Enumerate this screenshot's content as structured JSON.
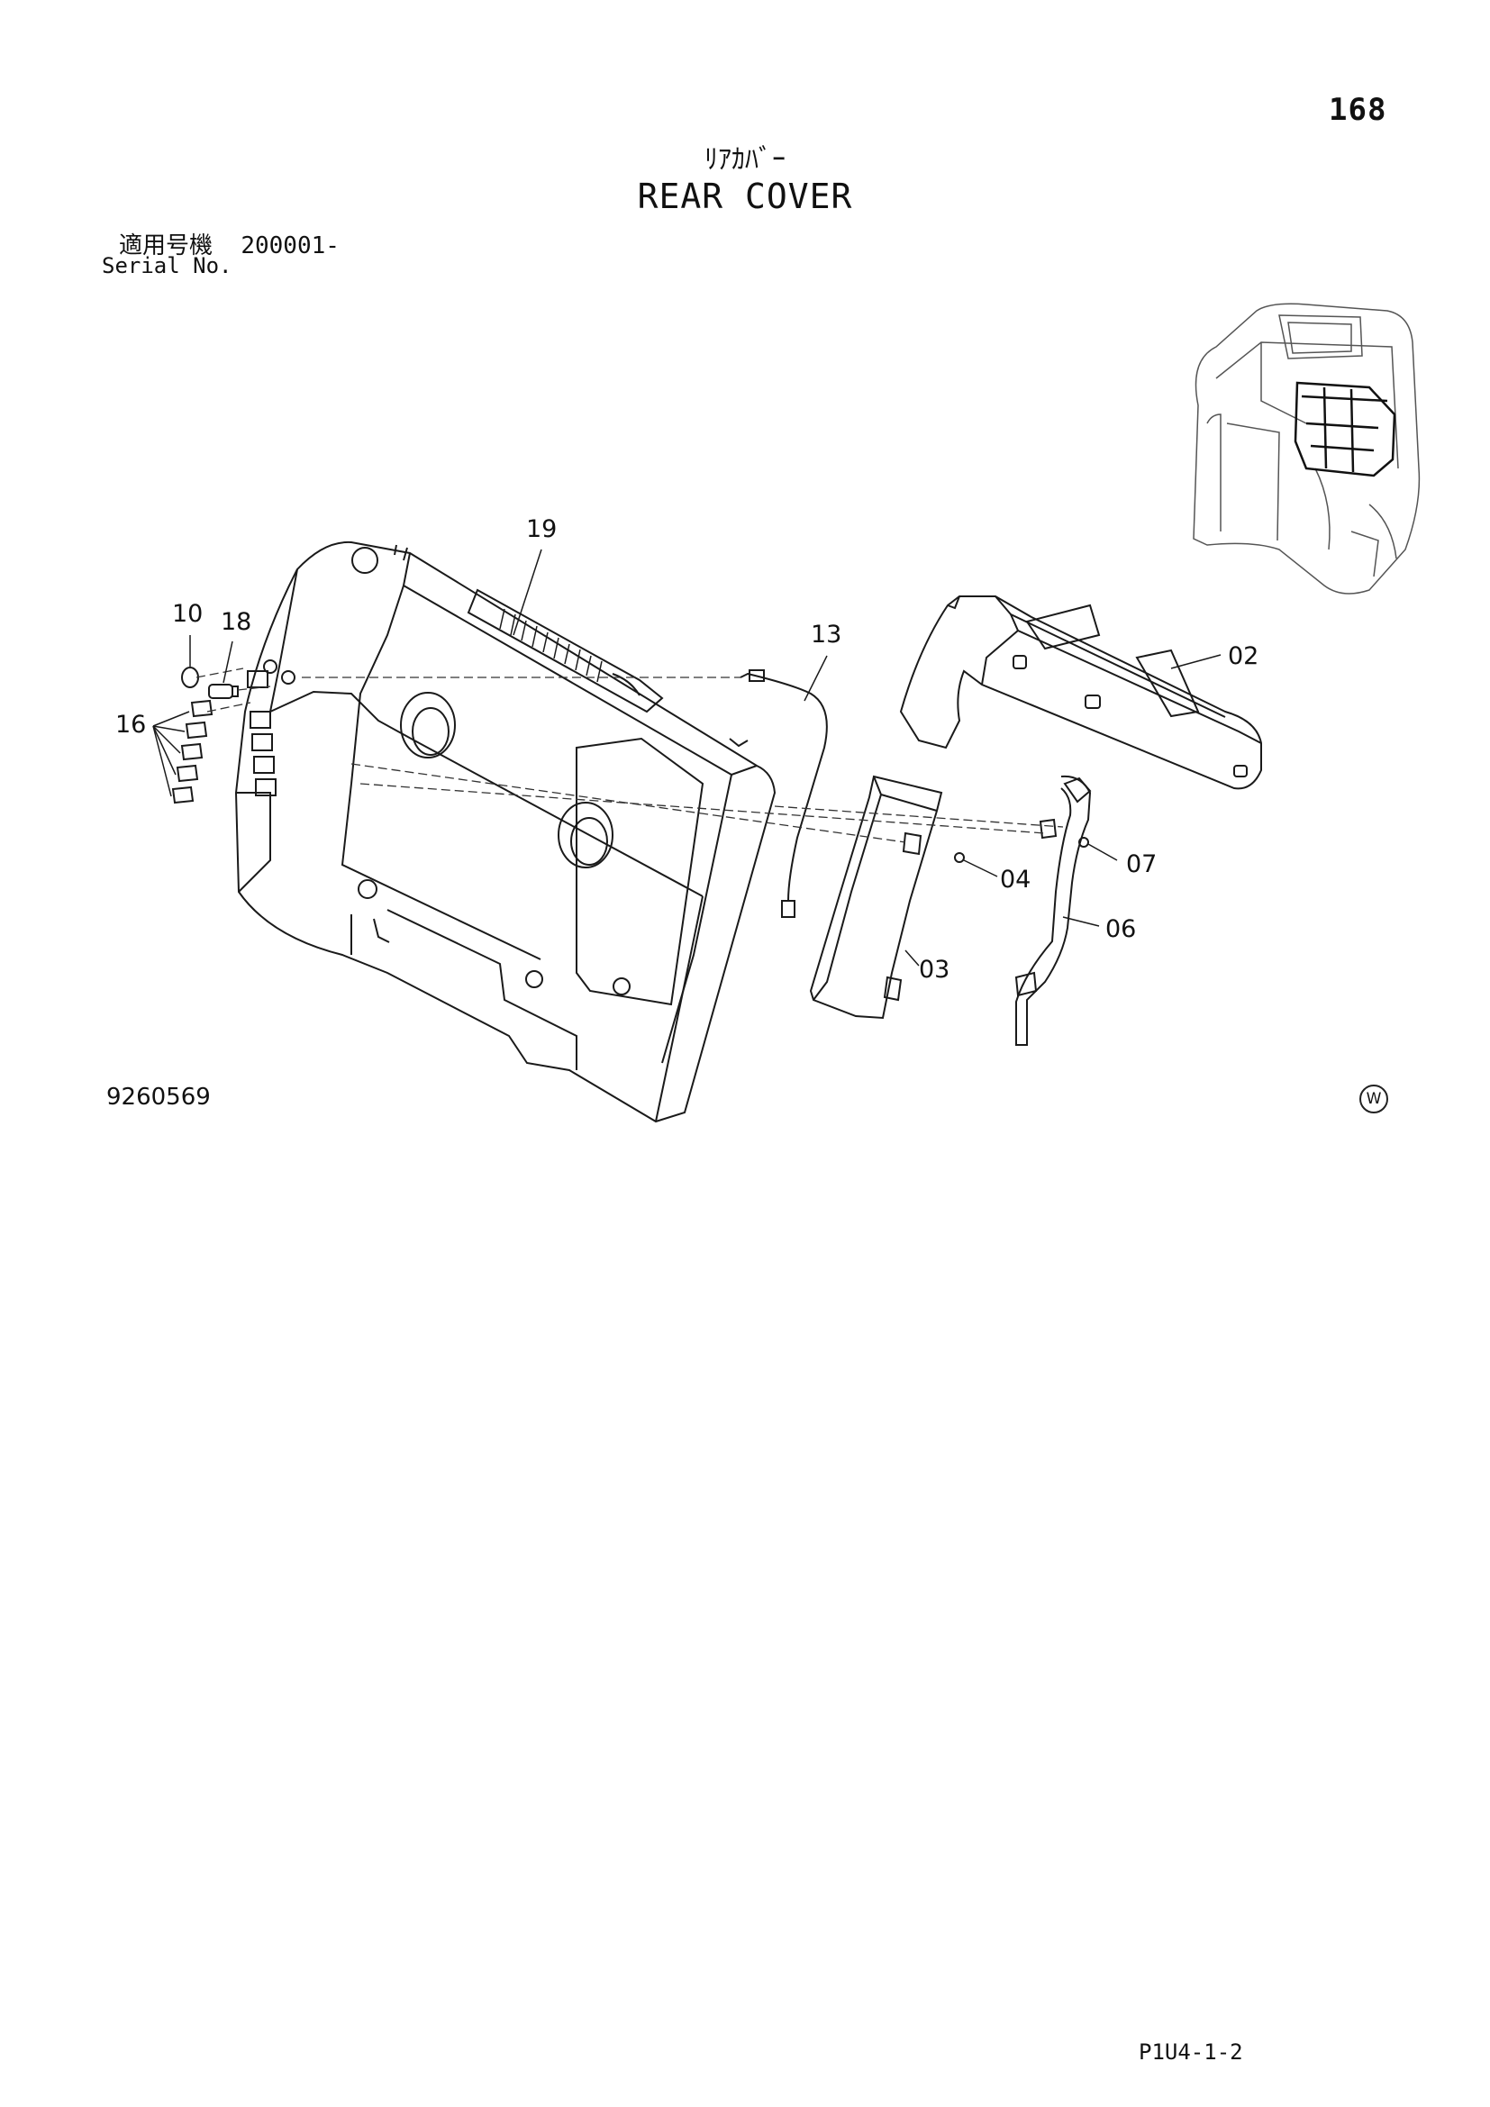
{
  "page_number": "168",
  "title_jp": "ﾘｱｶﾊﾞｰ",
  "title_en": "REAR COVER",
  "serial": {
    "label_jp": "適用号機",
    "range": "200001-",
    "label_en": "Serial No."
  },
  "callouts": {
    "p19": "19",
    "p10": "10",
    "p18": "18",
    "p16": "16",
    "p13": "13",
    "p02": "02",
    "p07": "07",
    "p04": "04",
    "p06": "06",
    "p03": "03"
  },
  "drawing_number": "9260569",
  "corner_mark": "W",
  "footer_code": "P1U4-1-2"
}
